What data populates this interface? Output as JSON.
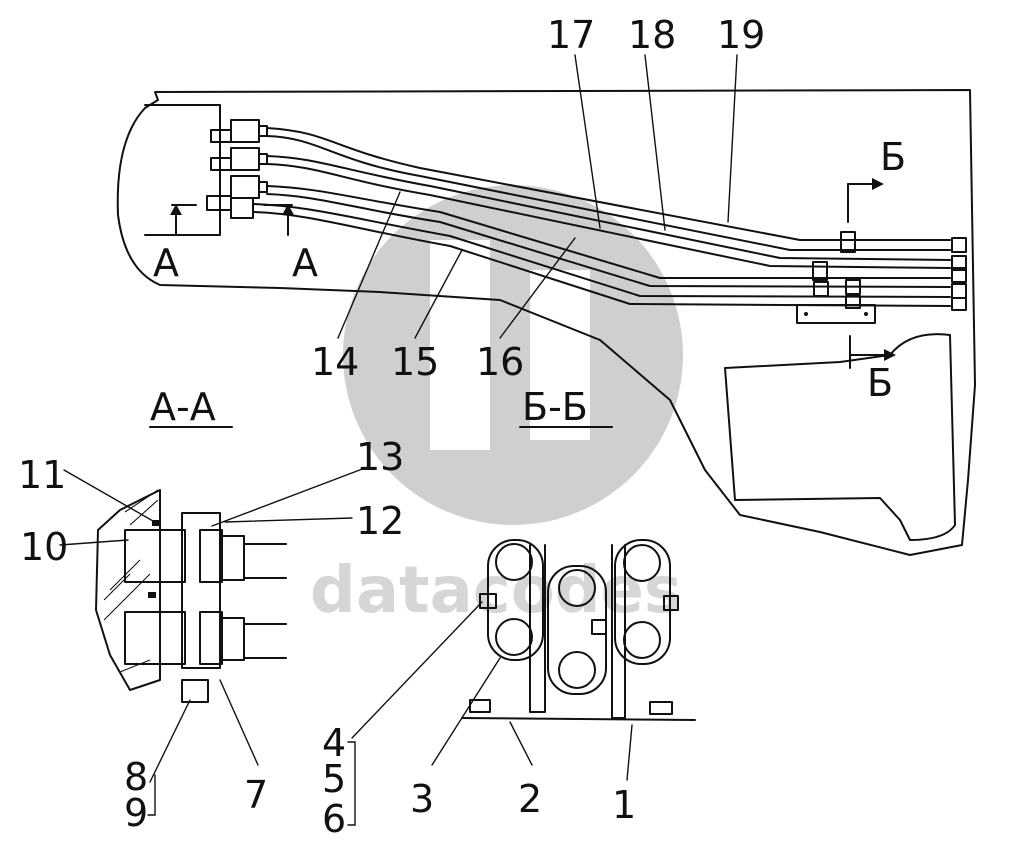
{
  "watermark": {
    "text": "datacodes"
  },
  "section_titles": {
    "aa": "А-А",
    "bb": "Б-Б"
  },
  "section_markers": {
    "a_left": "А",
    "a_right": "А",
    "b_top": "Б",
    "b_bottom": "Б"
  },
  "callouts": {
    "n1": "1",
    "n2": "2",
    "n3": "3",
    "n4": "4",
    "n5": "5",
    "n6": "6",
    "n7": "7",
    "n8": "8",
    "n9": "9",
    "n10": "10",
    "n11": "11",
    "n12": "12",
    "n13": "13",
    "n14": "14",
    "n15": "15",
    "n16": "16",
    "n17": "17",
    "n18": "18",
    "n19": "19"
  }
}
